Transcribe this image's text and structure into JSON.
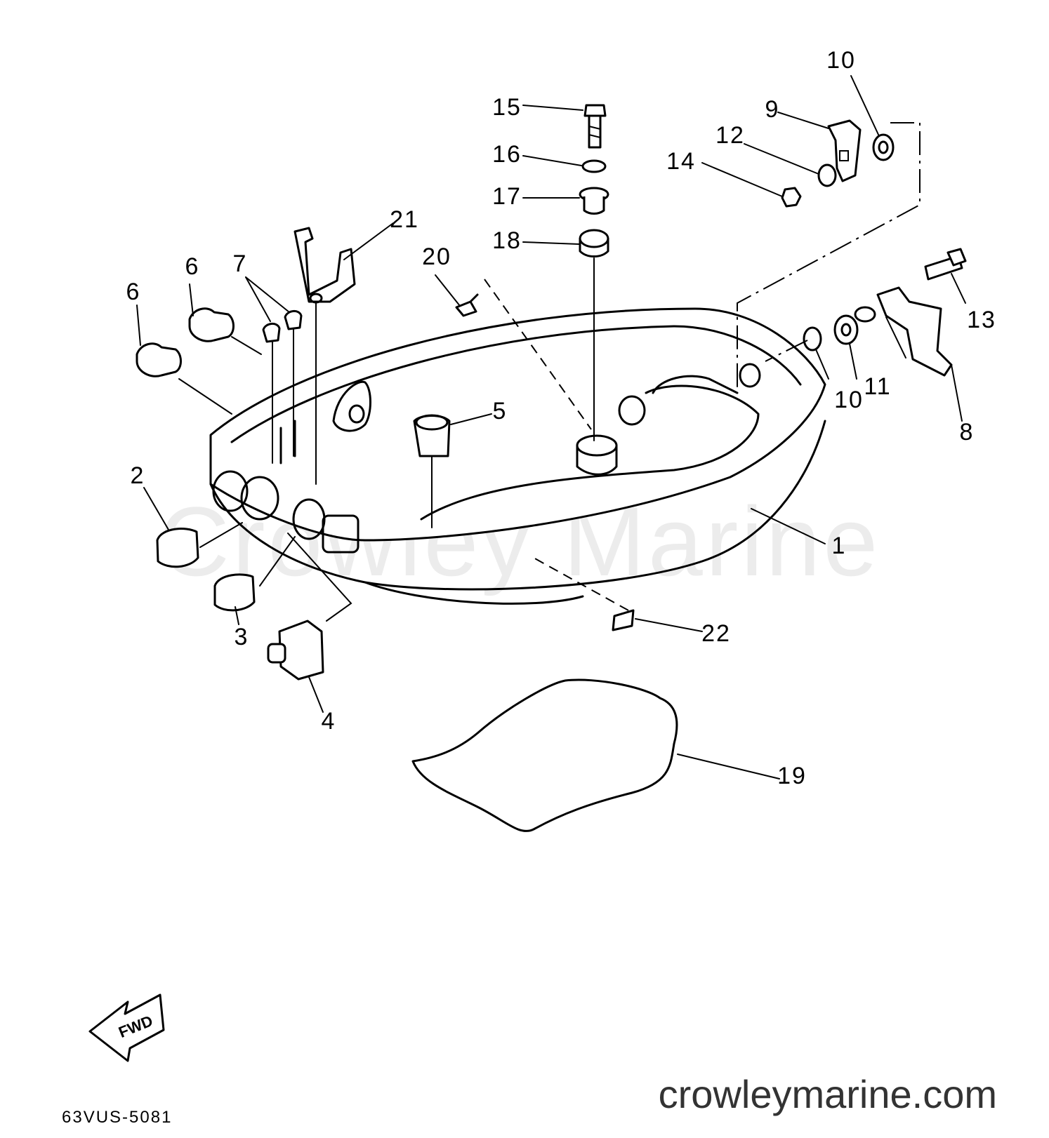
{
  "watermark": "Crowley Marine",
  "site_url": "crowleymarine.com",
  "diagram_code": "63VUS-5081",
  "fwd_label": "FWD",
  "colors": {
    "ink": "#000000",
    "watermark": "#ececec",
    "url_text": "#333333"
  },
  "callouts": [
    {
      "id": "p1",
      "label": "1"
    },
    {
      "id": "p2",
      "label": "2"
    },
    {
      "id": "p3",
      "label": "3"
    },
    {
      "id": "p4",
      "label": "4"
    },
    {
      "id": "p5",
      "label": "5"
    },
    {
      "id": "p6a",
      "label": "6"
    },
    {
      "id": "p6b",
      "label": "6"
    },
    {
      "id": "p7",
      "label": "7"
    },
    {
      "id": "p8",
      "label": "8"
    },
    {
      "id": "p9",
      "label": "9"
    },
    {
      "id": "p10a",
      "label": "10"
    },
    {
      "id": "p10b",
      "label": "10"
    },
    {
      "id": "p11",
      "label": "11"
    },
    {
      "id": "p12",
      "label": "12"
    },
    {
      "id": "p13",
      "label": "13"
    },
    {
      "id": "p14",
      "label": "14"
    },
    {
      "id": "p15",
      "label": "15"
    },
    {
      "id": "p16",
      "label": "16"
    },
    {
      "id": "p17",
      "label": "17"
    },
    {
      "id": "p18",
      "label": "18"
    },
    {
      "id": "p19",
      "label": "19"
    },
    {
      "id": "p20",
      "label": "20"
    },
    {
      "id": "p21",
      "label": "21"
    },
    {
      "id": "p22",
      "label": "22"
    }
  ]
}
